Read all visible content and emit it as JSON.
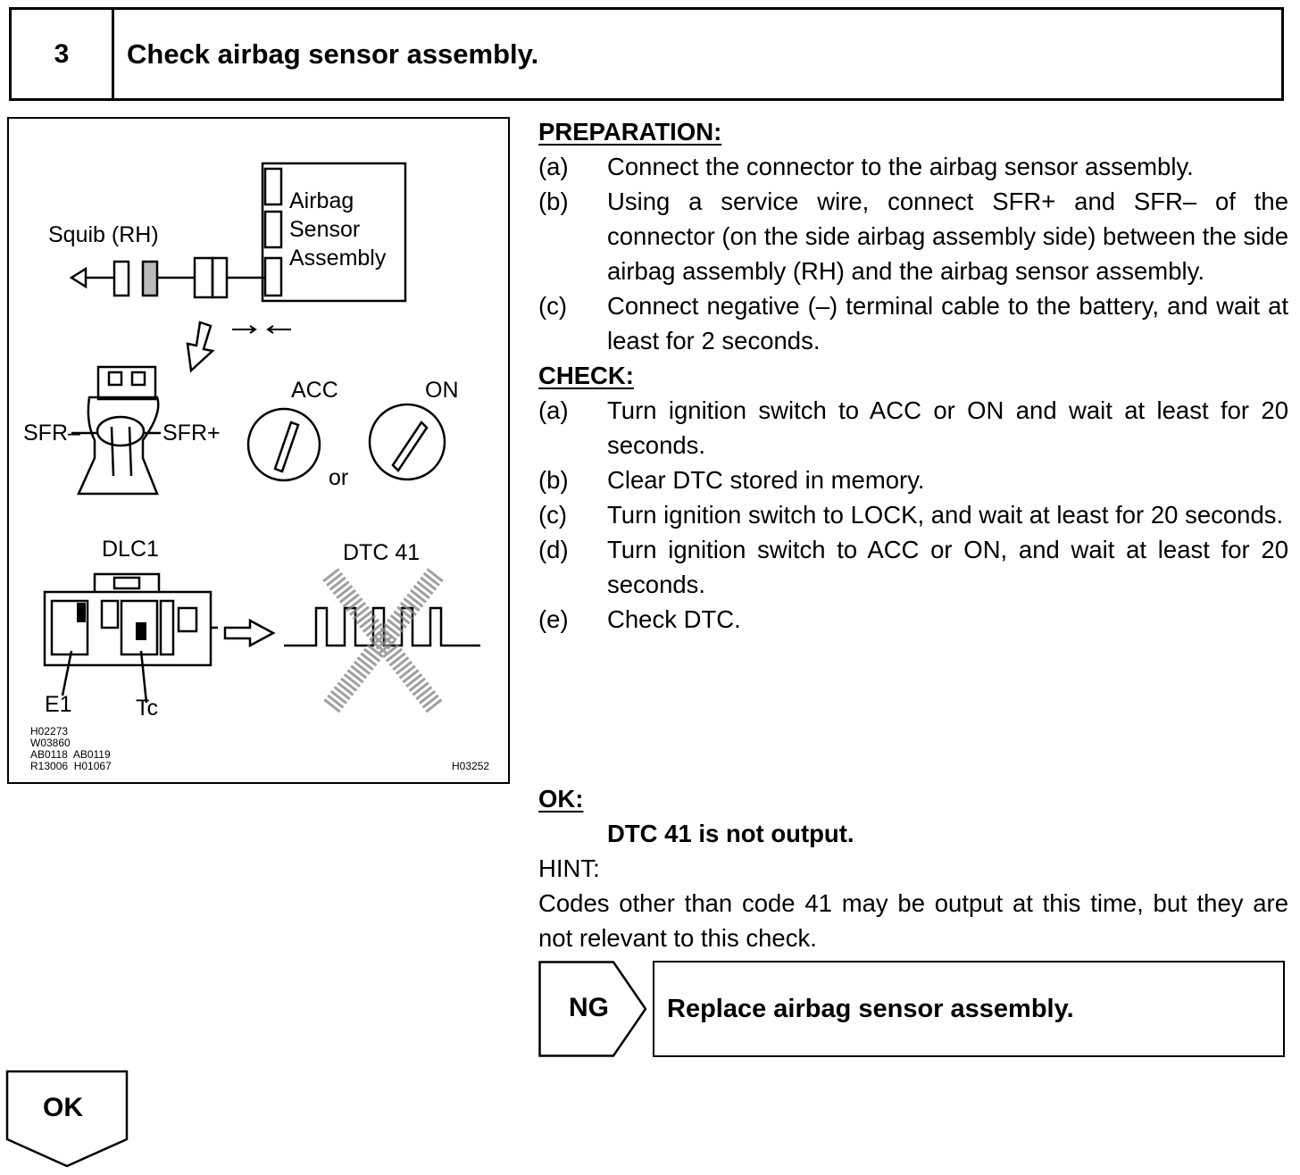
{
  "header": {
    "step_number": "3",
    "title": "Check airbag sensor assembly."
  },
  "figure": {
    "squib_label": "Squib (RH)",
    "sensor_label": [
      "Airbag",
      "Sensor",
      "Assembly"
    ],
    "sfr_minus": "SFR–",
    "sfr_plus": "SFR+",
    "acc": "ACC",
    "on": "ON",
    "or": "or",
    "dlc1": "DLC1",
    "dtc41": "DTC 41",
    "e1": "E1",
    "tc": "Tc",
    "codes": [
      "H02273",
      "W03860",
      "AB0118  AB0119",
      "R13006  H01067"
    ],
    "figure_code": "H03252"
  },
  "preparation": {
    "heading": "PREPARATION:",
    "items": [
      {
        "label": "(a)",
        "text": "Connect the connector to the airbag sensor assembly."
      },
      {
        "label": "(b)",
        "text": "Using a service wire, connect SFR+ and SFR– of the connector (on the side airbag assembly side) between the side airbag assembly (RH) and the airbag sensor assembly."
      },
      {
        "label": "(c)",
        "text": "Connect negative (–) terminal cable to the battery, and wait at least for 2 seconds."
      }
    ]
  },
  "check": {
    "heading": "CHECK:",
    "items": [
      {
        "label": "(a)",
        "text": "Turn ignition switch to ACC or ON and wait at least for 20 seconds."
      },
      {
        "label": "(b)",
        "text": "Clear DTC stored in memory."
      },
      {
        "label": "(c)",
        "text": "Turn ignition switch to LOCK, and wait at least for 20 seconds."
      },
      {
        "label": "(d)",
        "text": "Turn ignition switch to ACC or ON, and wait at least for 20 seconds."
      },
      {
        "label": "(e)",
        "text": "Check DTC."
      }
    ]
  },
  "ok": {
    "heading": "OK:",
    "result": "DTC 41 is not output.",
    "hint_label": "HINT:",
    "hint_text": "Codes other than code 41 may be output at this time, but they are not relevant to this check."
  },
  "ng": {
    "tag": "NG",
    "action": "Replace airbag sensor assembly."
  },
  "ok_tag": "OK"
}
